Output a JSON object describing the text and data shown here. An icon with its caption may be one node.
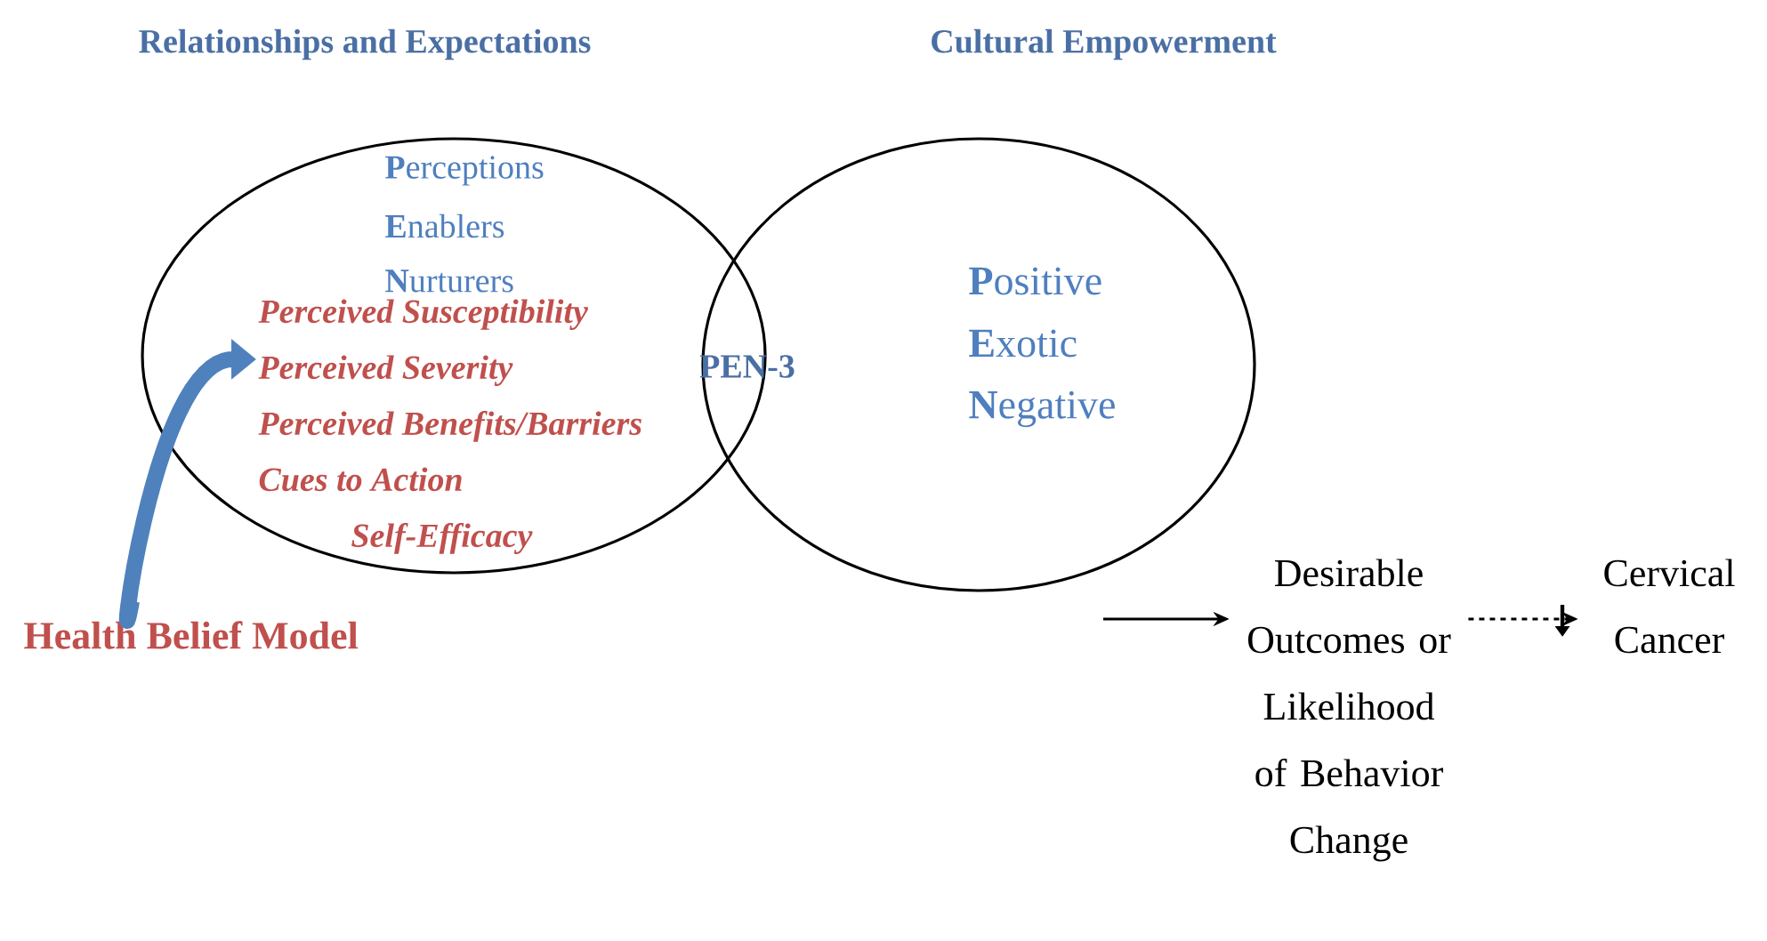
{
  "diagram": {
    "nodes": [
      {
        "text": [
          "Relationships and Expectations",
          "**P**erceptions",
          "**E**nablers",
          "**N**urturers"
        ]
      },
      {
        "text": [
          "Cultural Empowerment",
          "**P**ositive",
          "**E**xotic",
          "**N**egative"
        ]
      },
      {
        "text": [
          "Perceived Susceptibility",
          "Perceived Severity",
          "Perceived Benefits/Barriers",
          "Cues to Action",
          "Self-Efficacy"
        ],
        "in": 0
      },
      {
        "text": [
          "Health Belief Model"
        ]
      },
      {
        "text": [
          "Desirable Outcomes or Likelihood of Behavior Change"
        ]
      },
      {
        "text": [
          "Cervical Cancer"
        ]
      }
    ],
    "edges": [
      {
        "from": 3,
        "to": 2,
        "arrow": "to",
        "style": "thick",
        "color": "#4f81bd"
      },
      {
        "from": null,
        "to": 4,
        "arrow": "to"
      },
      {
        "from": 4,
        "to": 5,
        "arrow": "to",
        "style": "dashed"
      }
    ],
    "labels": [
      "PEN-3"
    ]
  }
}
